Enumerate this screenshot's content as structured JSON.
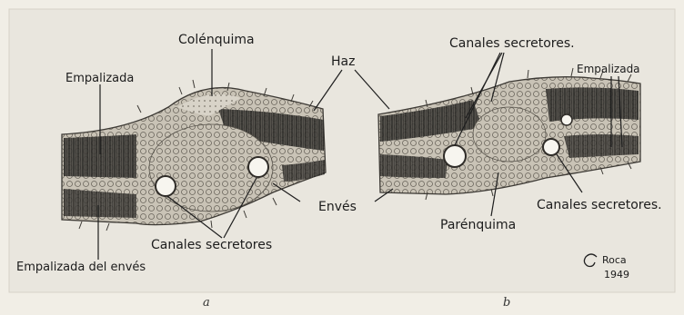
{
  "labels": {
    "colenquima": "Colénquima",
    "haz": "Haz",
    "empalizada_a": "Empalizada",
    "canales_top": "Canales secretores.",
    "empalizada_b": "Empalizada",
    "enves": "Envés",
    "canales_a": "Canales secretores",
    "parenquima": "Parénquima",
    "canales_b": "Canales secretores.",
    "empalizada_enves": "Empalizada del envés"
  },
  "signature": {
    "name": "Roca",
    "year": "1949"
  },
  "captions": {
    "a": "a",
    "b": "b"
  }
}
